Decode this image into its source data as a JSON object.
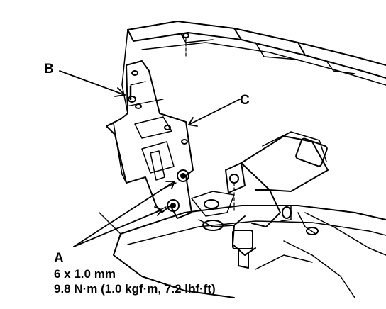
{
  "callouts": {
    "a": "A",
    "b": "B",
    "c": "C"
  },
  "specs": {
    "bolt_size": "6 x 1.0 mm",
    "torque": "9.8 N·m (1.0 kgf·m, 7.2 lbf·ft)"
  }
}
